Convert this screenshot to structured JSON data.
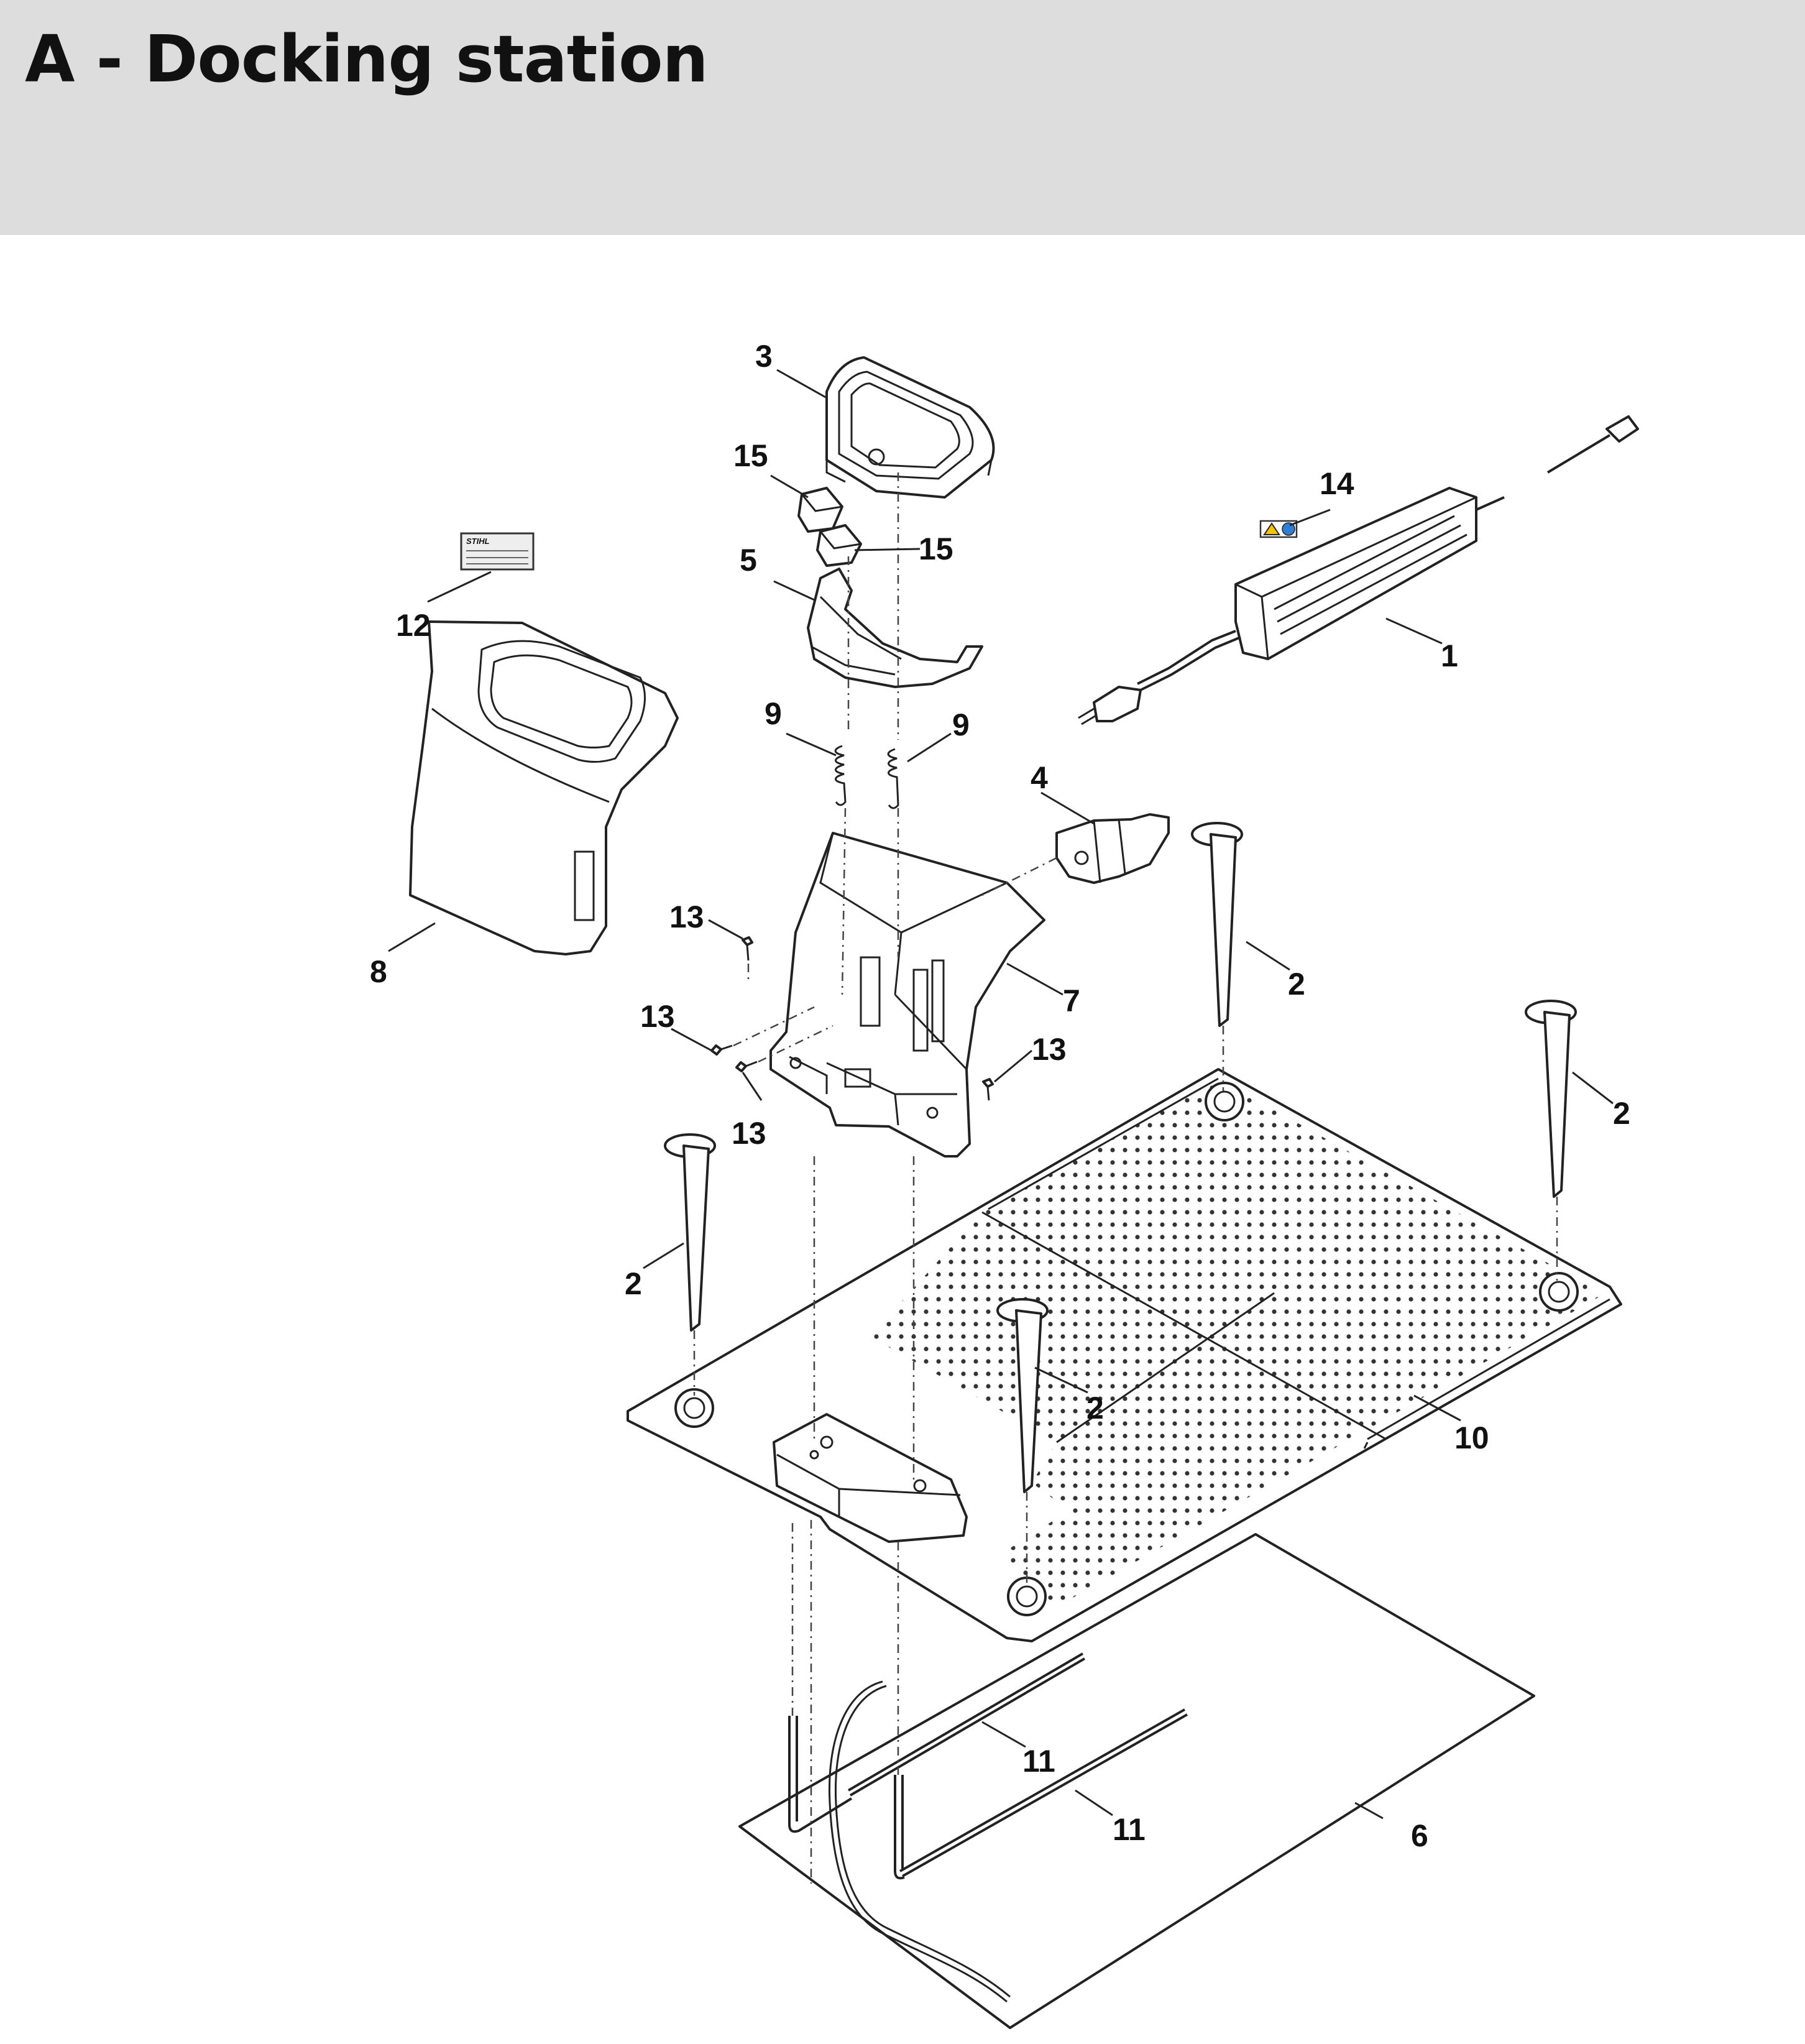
{
  "page": {
    "title": "A - Docking station"
  },
  "label_sticker": {
    "brand": "STIHL"
  },
  "callouts": {
    "c1": "1",
    "c2a": "2",
    "c2b": "2",
    "c2c": "2",
    "c2d": "2",
    "c3": "3",
    "c4": "4",
    "c5": "5",
    "c6": "6",
    "c7": "7",
    "c8": "8",
    "c9a": "9",
    "c9b": "9",
    "c10": "10",
    "c11a": "11",
    "c11b": "11",
    "c12": "12",
    "c13a": "13",
    "c13b": "13",
    "c13c": "13",
    "c13d": "13",
    "c14": "14",
    "c15a": "15",
    "c15b": "15"
  },
  "colors": {
    "header_background": "#dcdddc",
    "warning_yellow": "#f5c400",
    "info_blue": "#2f7fd6"
  }
}
